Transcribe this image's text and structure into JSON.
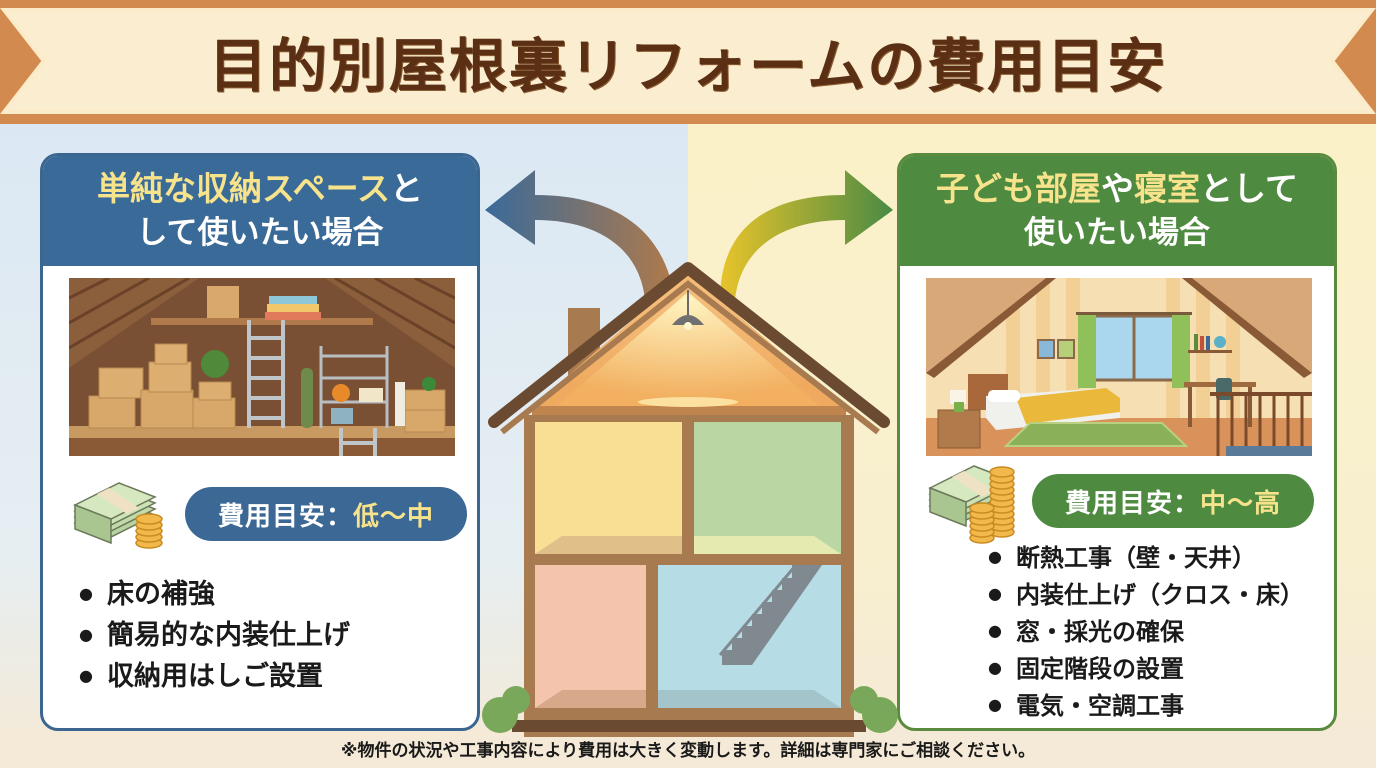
{
  "title": "目的別屋根裏リフォームの費用目安",
  "colors": {
    "banner_band": "#d28a4e",
    "banner_fill": "#fbedd0",
    "title_text": "#5a2f14",
    "left_accent": "#3a6a98",
    "right_accent": "#4f8a41",
    "highlight_yellow": "#f6e38c",
    "bg_left": "#dbe8f3",
    "bg_right": "#fbf1c8"
  },
  "left_panel": {
    "heading_highlight": "単純な収納スペース",
    "heading_rest": "と",
    "heading_line2": "して使いたい場合",
    "scene": "attic-storage-illustration",
    "icon": "money-stack-coins-icon",
    "cost_label": "費用目安：",
    "cost_value": "低〜中",
    "items": [
      "床の補強",
      "簡易的な内装仕上げ",
      "収納用はしご設置"
    ]
  },
  "right_panel": {
    "heading_hl1": "子ども部屋",
    "heading_mid": "や",
    "heading_hl2": "寝室",
    "heading_rest": "として",
    "heading_line2": "使いたい場合",
    "scene": "attic-bedroom-illustration",
    "icon": "money-stack-coins-icon",
    "cost_label": "費用目安：",
    "cost_value": "中〜高",
    "items": [
      "断熱工事（壁・天井）",
      "内装仕上げ（クロス・床）",
      "窓・採光の確保",
      "固定階段の設置",
      "電気・空調工事"
    ]
  },
  "center": {
    "illustration": "house-cross-section",
    "arrow_left": "arrow-left-icon",
    "arrow_right": "arrow-right-icon"
  },
  "footnote": "※物件の状況や工事内容により費用は大きく変動します。詳細は専門家にご相談ください。"
}
